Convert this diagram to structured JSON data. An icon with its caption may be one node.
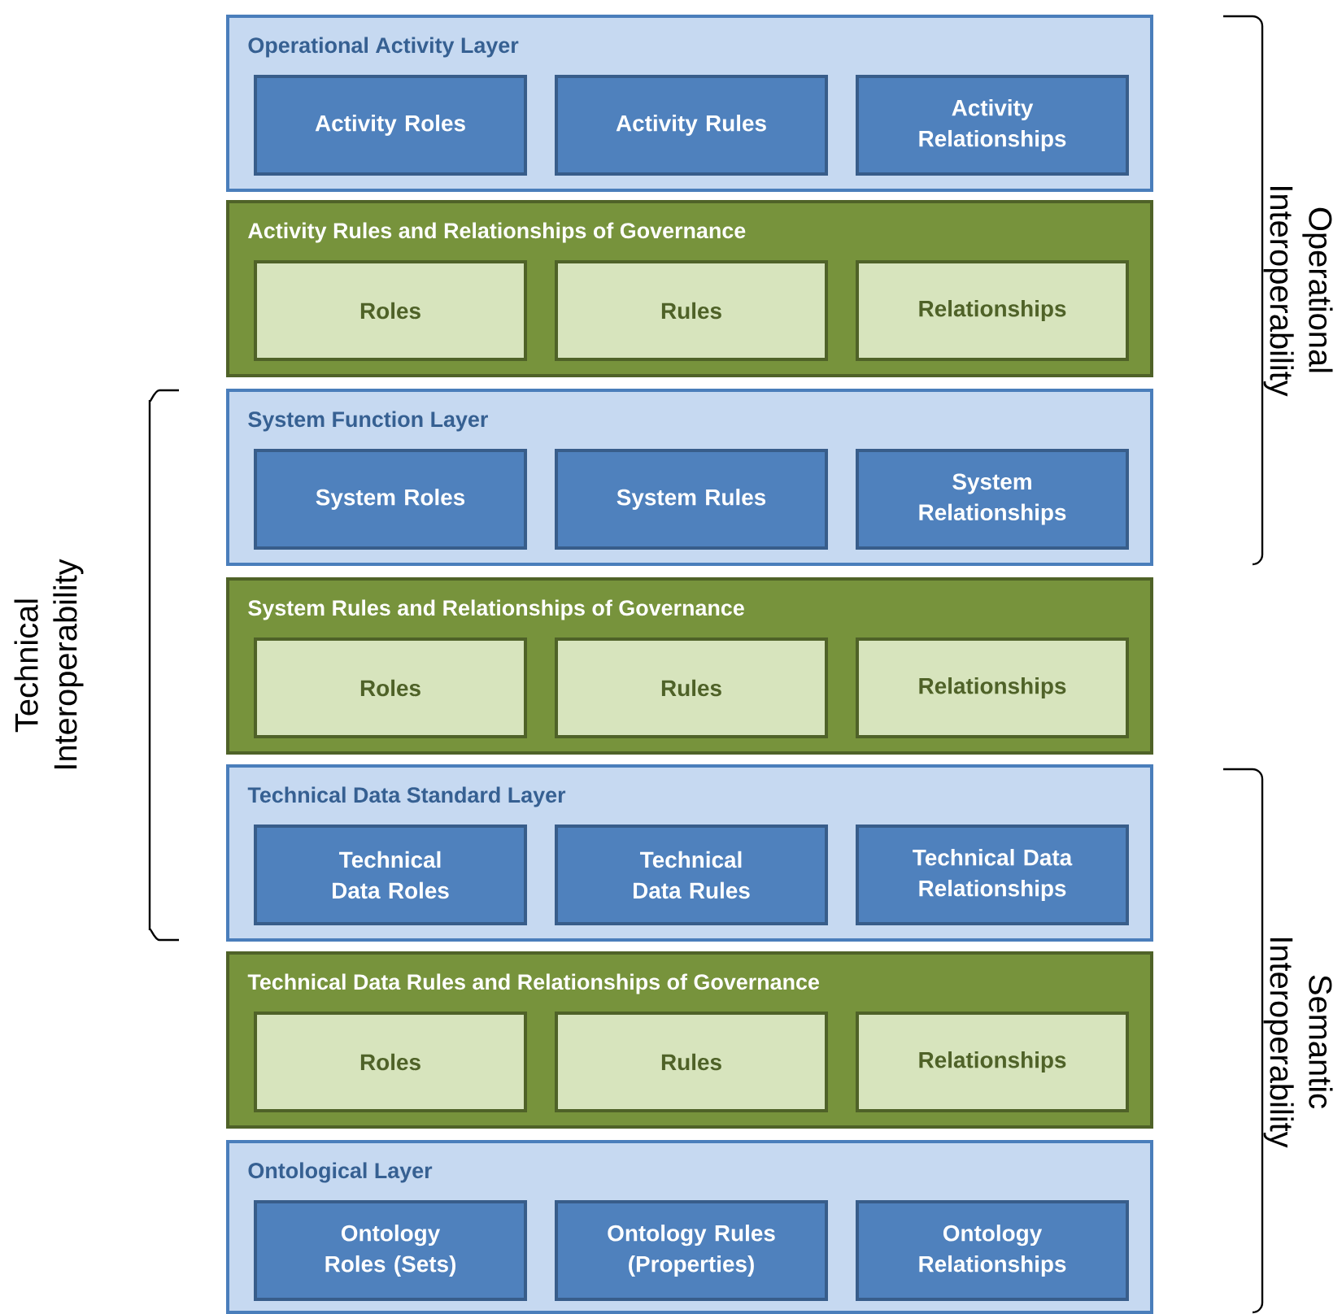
{
  "diagram": {
    "nodes": [
      {
        "text": [
          "Operational Activity Layer"
        ]
      },
      {
        "text": [
          "Activity Roles"
        ],
        "in": 0
      },
      {
        "text": [
          "Activity Rules"
        ],
        "in": 0
      },
      {
        "text": [
          "Activity Relationships"
        ],
        "in": 0
      },
      {
        "text": [
          "Activity Rules and Relationships of Governance"
        ]
      },
      {
        "text": [
          "Roles"
        ],
        "in": 4
      },
      {
        "text": [
          "Rules"
        ],
        "in": 4
      },
      {
        "text": [
          "Relationships"
        ],
        "in": 4
      },
      {
        "text": [
          "System Function Layer"
        ]
      },
      {
        "text": [
          "System Roles"
        ],
        "in": 8
      },
      {
        "text": [
          "System Rules"
        ],
        "in": 8
      },
      {
        "text": [
          "System Relationships"
        ],
        "in": 8
      },
      {
        "text": [
          "System Rules and Relationships of Governance"
        ]
      },
      {
        "text": [
          "Roles"
        ],
        "in": 12
      },
      {
        "text": [
          "Rules"
        ],
        "in": 12
      },
      {
        "text": [
          "Relationships"
        ],
        "in": 12
      },
      {
        "text": [
          "Technical Data Standard Layer"
        ]
      },
      {
        "text": [
          "Technical Data Roles"
        ],
        "in": 16
      },
      {
        "text": [
          "Technical Data Rules"
        ],
        "in": 16
      },
      {
        "text": [
          "Technical Data Relationships"
        ],
        "in": 16
      },
      {
        "text": [
          "Technical Data Rules and Relationships of Governance"
        ]
      },
      {
        "text": [
          "Roles"
        ],
        "in": 20
      },
      {
        "text": [
          "Rules"
        ],
        "in": 20
      },
      {
        "text": [
          "Relationships"
        ],
        "in": 20
      },
      {
        "text": [
          "Ontological Layer"
        ]
      },
      {
        "text": [
          "Ontology Roles (Sets)"
        ],
        "in": 24
      },
      {
        "text": [
          "Ontology Rules (Properties)"
        ],
        "in": 24
      },
      {
        "text": [
          "Ontology Relationships"
        ],
        "in": 24
      }
    ],
    "labels": [
      "Operational Interoperability",
      "Technical Interoperability",
      "Semantic Interoperability"
    ]
  }
}
